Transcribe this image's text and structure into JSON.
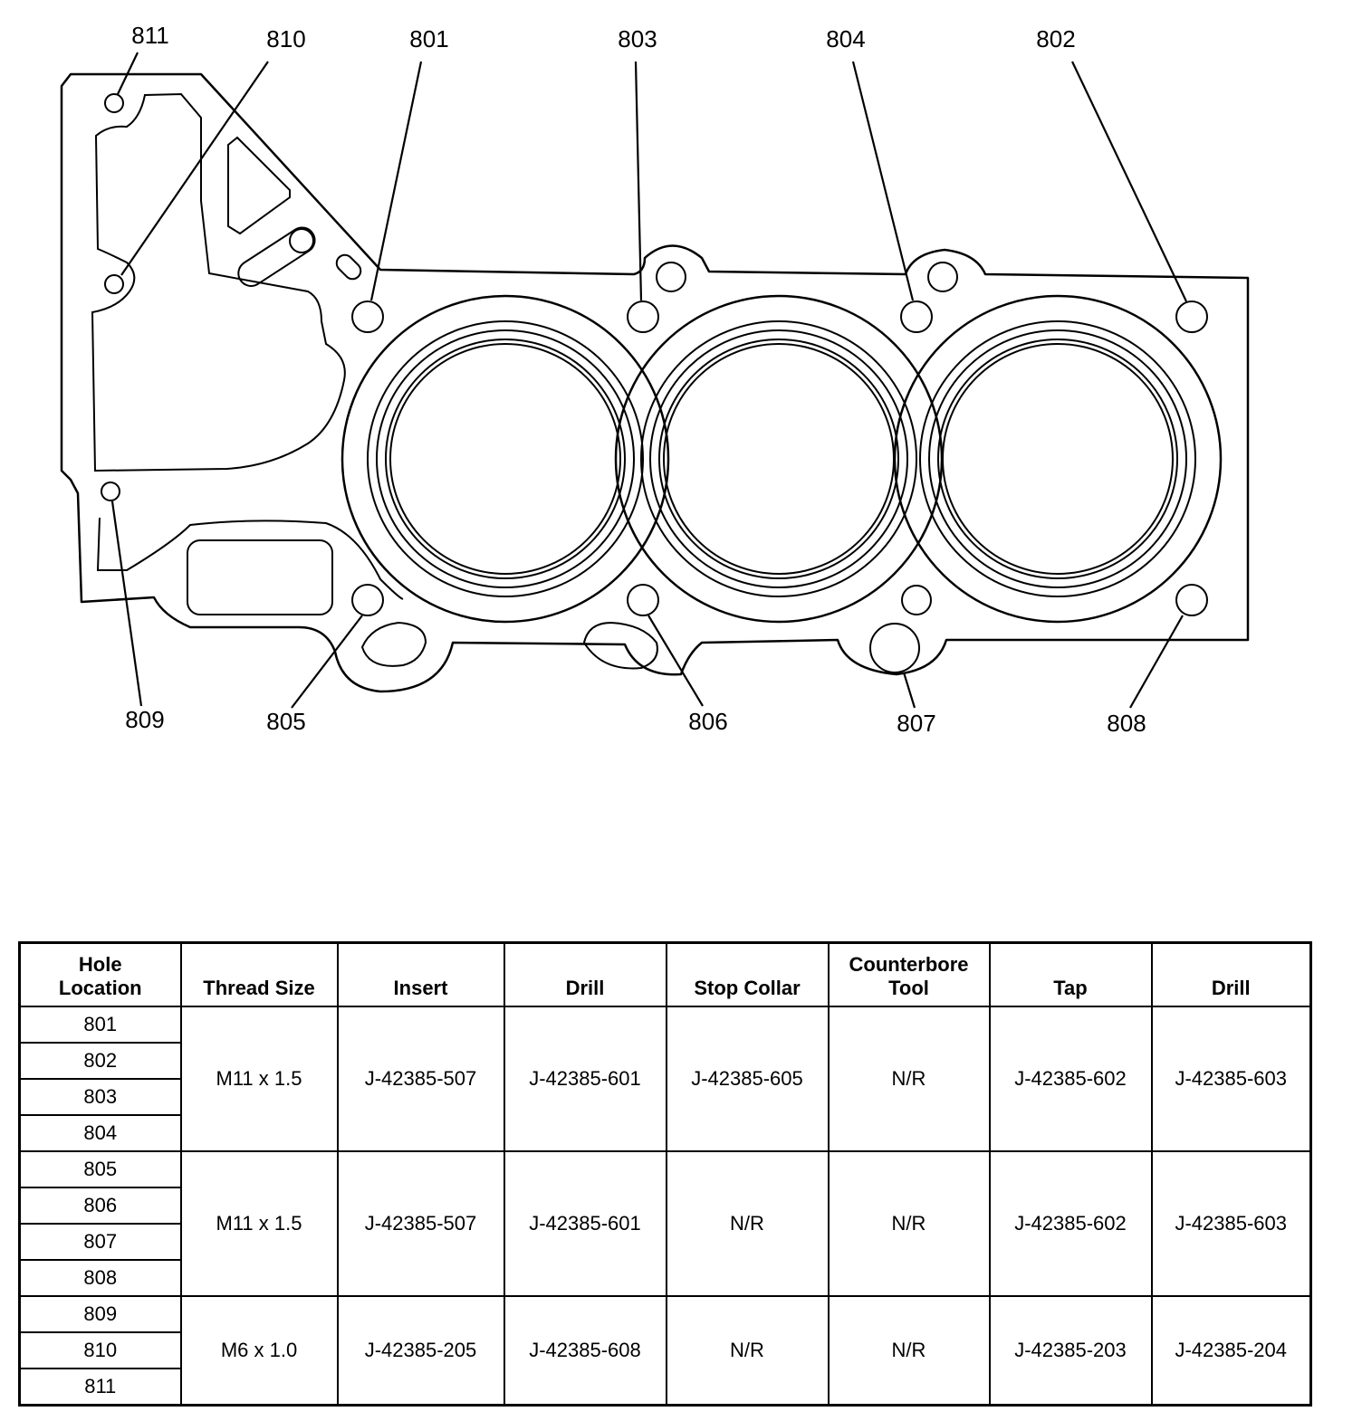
{
  "diagram": {
    "callouts": [
      "801",
      "802",
      "803",
      "804",
      "805",
      "806",
      "807",
      "808",
      "809",
      "810",
      "811"
    ]
  },
  "table": {
    "headers": [
      "Hole\nLocation",
      "Thread Size",
      "Insert",
      "Drill",
      "Stop Collar",
      "Counterbore\nTool",
      "Tap",
      "Drill"
    ],
    "groups": [
      {
        "holes": [
          "801",
          "802",
          "803",
          "804"
        ],
        "thread_size": "M11 x 1.5",
        "insert": "J-42385-507",
        "drill": "J-42385-601",
        "stop_collar": "J-42385-605",
        "counterbore_tool": "N/R",
        "tap": "J-42385-602",
        "drill2": "J-42385-603"
      },
      {
        "holes": [
          "805",
          "806",
          "807",
          "808"
        ],
        "thread_size": "M11 x 1.5",
        "insert": "J-42385-507",
        "drill": "J-42385-601",
        "stop_collar": "N/R",
        "counterbore_tool": "N/R",
        "tap": "J-42385-602",
        "drill2": "J-42385-603"
      },
      {
        "holes": [
          "809",
          "810",
          "811"
        ],
        "thread_size": "M6 x 1.0",
        "insert": "J-42385-205",
        "drill": "J-42385-608",
        "stop_collar": "N/R",
        "counterbore_tool": "N/R",
        "tap": "J-42385-203",
        "drill2": "J-42385-204"
      }
    ]
  }
}
